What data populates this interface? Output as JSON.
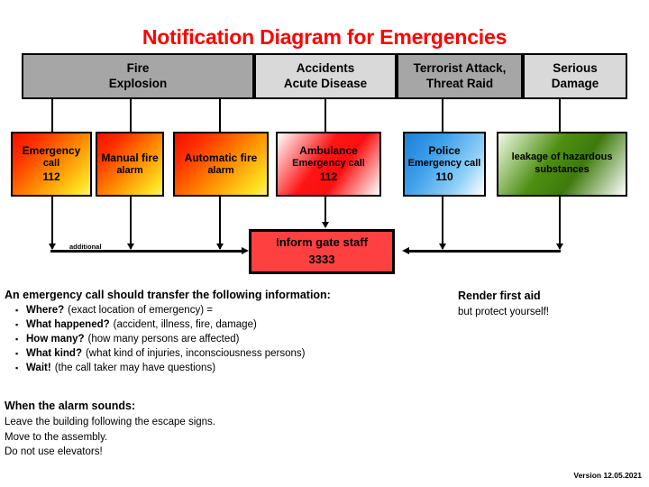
{
  "title": "Notification Diagram for Emergencies",
  "categories": [
    {
      "id": "fire",
      "line1": "Fire",
      "line2": "Explosion",
      "shade": "dark"
    },
    {
      "id": "accidents",
      "line1": "Accidents",
      "line2": "Acute Disease",
      "shade": "light"
    },
    {
      "id": "terrorist",
      "line1": "Terrorist Attack,",
      "line2": "Threat Raid",
      "shade": "dark"
    },
    {
      "id": "damage",
      "line1": "Serious",
      "line2": "Damage",
      "shade": "light"
    }
  ],
  "actions": [
    {
      "id": "emergency-call",
      "line1": "Emergency",
      "line2": "call",
      "line3": "112",
      "color": "red-yellow-gradient"
    },
    {
      "id": "manual-fire-alarm",
      "line1": "Manual fire",
      "line2": "alarm",
      "line3": "",
      "color": "red-yellow-gradient"
    },
    {
      "id": "automatic-fire-alarm",
      "line1": "Automatic fire",
      "line2": "alarm",
      "line3": "",
      "color": "red-yellow-gradient"
    },
    {
      "id": "ambulance",
      "line1": "Ambulance",
      "line2": "Emergency call",
      "line3": "112",
      "color": "red-white-gradient"
    },
    {
      "id": "police",
      "line1": "Police",
      "line2": "Emergency call",
      "line3": "110",
      "color": "blue-white-gradient"
    },
    {
      "id": "hazardous",
      "line1": "leakage of hazardous",
      "line2": "substances",
      "line3": "",
      "color": "green-white-gradient"
    }
  ],
  "gate": {
    "line1": "Inform gate staff",
    "line2": "3333",
    "color": "#FF4040"
  },
  "additional_label": "additional",
  "info": {
    "heading": "An emergency call should transfer the following information:",
    "bullet_glyph": "▪",
    "items": [
      {
        "question": "Where?",
        "answer": "(exact location of emergency) ="
      },
      {
        "question": "What happened?",
        "answer": "(accident, illness, fire, damage)"
      },
      {
        "question": "How many?",
        "answer": "(how many persons are affected)"
      },
      {
        "question": "What kind?",
        "answer": "(what kind of injuries, inconsciousness persons)"
      },
      {
        "question": "Wait!",
        "answer": "(the call taker may have questions)"
      }
    ]
  },
  "alarm": {
    "heading": "When the alarm sounds:",
    "lines": [
      "Leave the building following the escape signs.",
      "Move to the assembly.",
      "Do not use elevators!"
    ]
  },
  "first_aid": {
    "heading": "Render first aid",
    "sub": "but protect yourself!"
  },
  "version": "Version 12.05.2021",
  "colors": {
    "title_red": "#FF0000",
    "category_dark": "#A6A6A6",
    "category_light": "#D9D9D9",
    "gate_red": "#FF4040",
    "line_black": "#000000"
  }
}
